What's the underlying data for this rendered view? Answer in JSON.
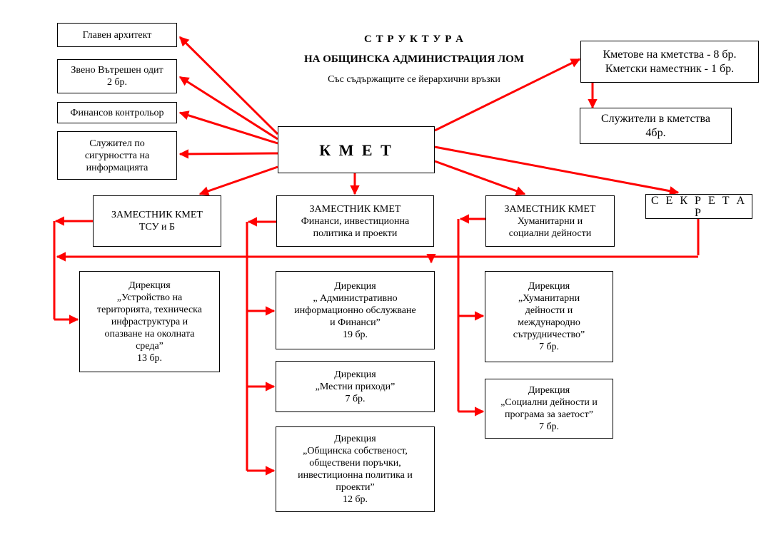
{
  "header": {
    "title_1": "С Т Р У К Т У Р А",
    "title_2": "НА  ОБЩИНСКА АДМИНИСТРАЦИЯ  ЛОМ",
    "subtitle": "Със съдържащите се  йерархични връзки"
  },
  "colors": {
    "arrow": "#ff0000",
    "border": "#000000"
  },
  "mayor": {
    "label": "К М Е Т"
  },
  "left_units": [
    {
      "lines": [
        "Главен   архитект"
      ]
    },
    {
      "lines": [
        "Звено Вътрешен одит",
        "2 бр."
      ]
    },
    {
      "lines": [
        "Финансов контрольор"
      ]
    },
    {
      "lines": [
        "Служител по",
        "сигурността на",
        "информацията"
      ]
    }
  ],
  "villages": {
    "heads": [
      "Кметове на кметства - 8 бр.",
      "Кметски наместник - 1 бр."
    ],
    "staff": [
      "Служители  в кметства",
      "4бр."
    ]
  },
  "deputies": [
    {
      "lines": [
        "ЗАМЕСТНИК  КМЕТ",
        "ТСУ и Б"
      ]
    },
    {
      "lines": [
        "ЗАМЕСТНИК  КМЕТ",
        "Финанси, инвестиционна",
        "политика и проекти"
      ]
    },
    {
      "lines": [
        "ЗАМЕСТНИК  КМЕТ",
        "Хуманитарни и",
        "социални дейности"
      ]
    }
  ],
  "secretary": {
    "label": "С Е К Р Е Т А Р"
  },
  "directorates": {
    "tsu": [
      "Дирекция",
      "„Устройство на",
      "територията, техническа",
      "инфраструктура и",
      "опазване на околната",
      "среда”",
      "13 бр."
    ],
    "admin": [
      "Дирекция",
      "„ Административно",
      "информационно обслужване",
      "и Финанси”",
      "19 бр."
    ],
    "revenue": [
      "Дирекция",
      "„Местни приходи”",
      "7 бр."
    ],
    "property": [
      "Дирекция",
      "„Общинска собственост,",
      "обществени поръчки,",
      "инвестиционна политика и",
      "проекти”",
      "12 бр."
    ],
    "humanitarian": [
      "Дирекция",
      "„Хуманитарни",
      "дейности и",
      "международно",
      "сътрудничество”",
      "7 бр."
    ],
    "social": [
      "Дирекция",
      "„Социални дейности и",
      "програма за заетост”",
      "7 бр."
    ]
  }
}
